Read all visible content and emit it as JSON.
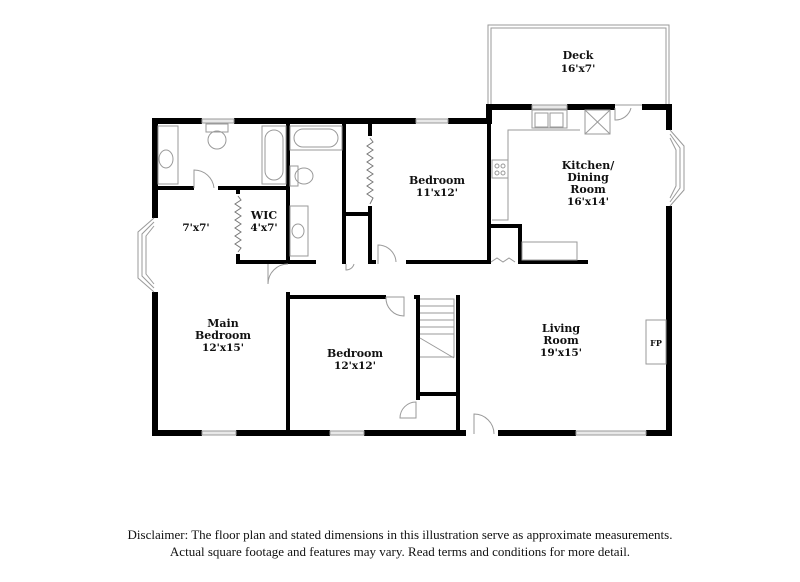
{
  "floor_plan": {
    "rooms": [
      {
        "id": "deck",
        "name": "Deck",
        "dimensions": "16'x7'"
      },
      {
        "id": "kitchen",
        "name_lines": [
          "Kitchen/",
          "Dining",
          "Room"
        ],
        "dimensions": "16'x14'"
      },
      {
        "id": "bedroom-top",
        "name": "Bedroom",
        "dimensions": "11'x12'"
      },
      {
        "id": "wic",
        "name": "WIC",
        "dimensions": "4'x7'"
      },
      {
        "id": "bath-main",
        "name": "",
        "dimensions": "7'x7'"
      },
      {
        "id": "main-bedroom",
        "name_lines": [
          "Main",
          "Bedroom"
        ],
        "dimensions": "12'x15'"
      },
      {
        "id": "bedroom-bottom",
        "name": "Bedroom",
        "dimensions": "12'x12'"
      },
      {
        "id": "living",
        "name_lines": [
          "Living",
          "Room"
        ],
        "dimensions": "19'x15'"
      }
    ],
    "fixtures": {
      "fireplace": "FP"
    }
  },
  "disclaimer": {
    "line1": "Disclaimer: The floor plan and stated dimensions in this illustration serve as approximate measurements.",
    "line2": "Actual square footage and features may vary. Read terms and conditions for more detail."
  }
}
